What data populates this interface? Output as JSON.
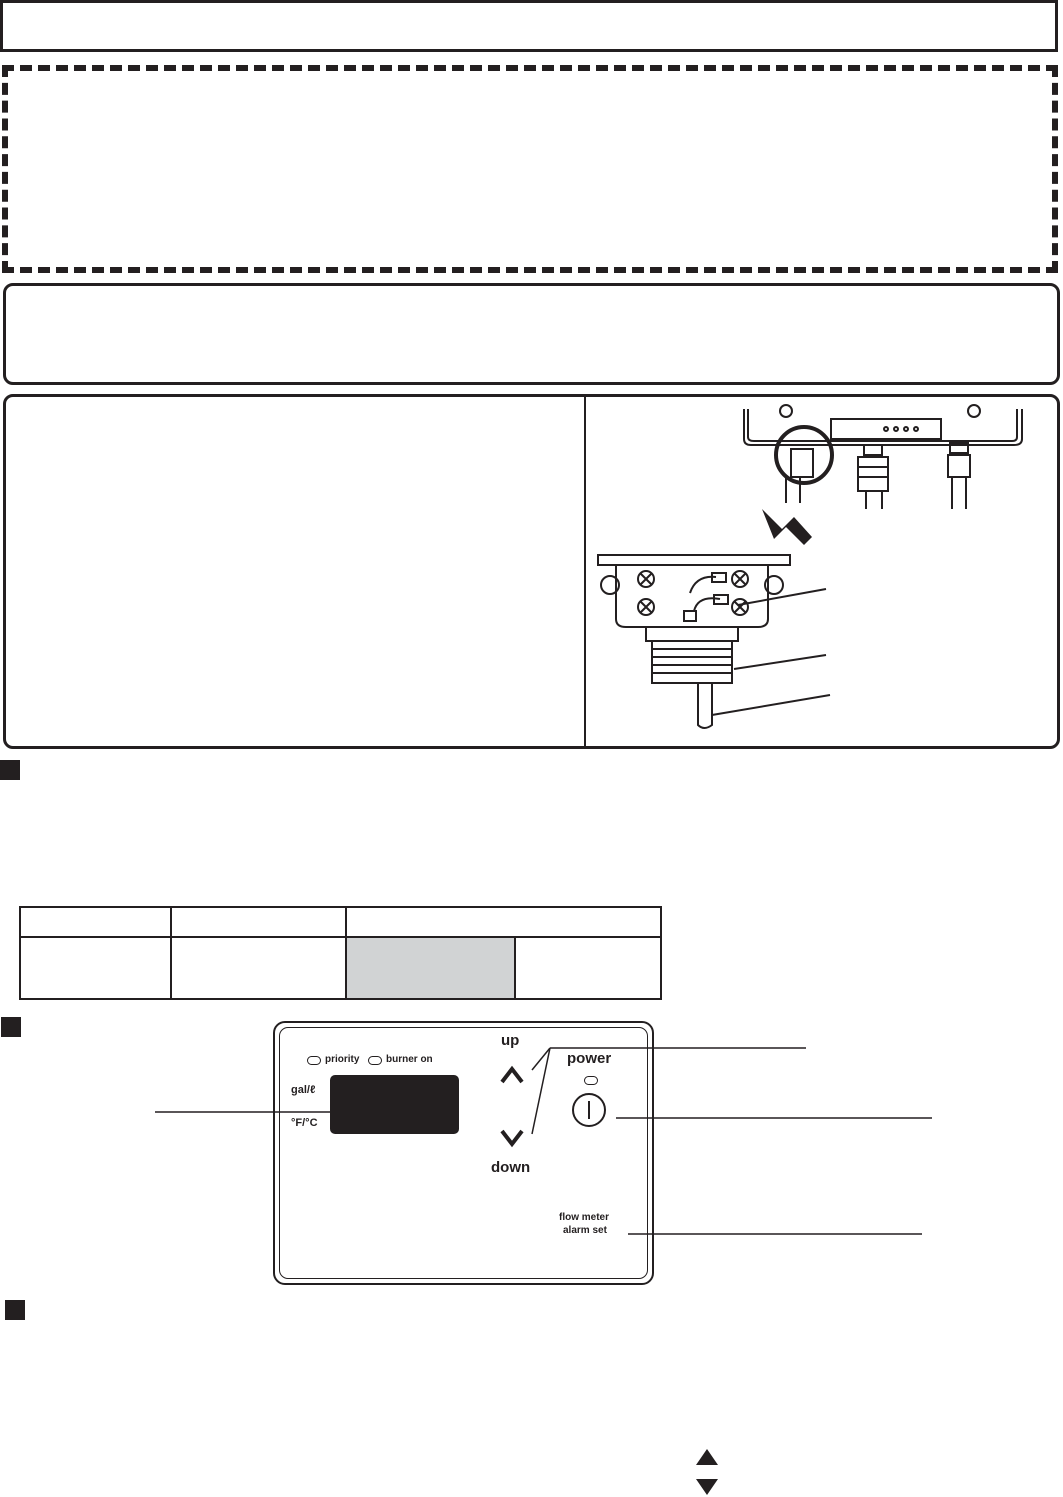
{
  "control_panel": {
    "led_priority": "priority",
    "led_burner_on": "burner on",
    "unit_volume": "gal/ℓ",
    "unit_temperature": "°F/°C",
    "button_up": "up",
    "button_down": "down",
    "button_power": "power",
    "flow_meter_line1": "flow meter",
    "flow_meter_line2": "alarm set"
  },
  "colors": {
    "ink": "#231f20",
    "shade": "#d1d3d4"
  },
  "icons": [
    "chevron-up-icon",
    "chevron-down-icon",
    "power-icon",
    "triangle-up-icon",
    "triangle-down-icon",
    "arrow-icon"
  ]
}
